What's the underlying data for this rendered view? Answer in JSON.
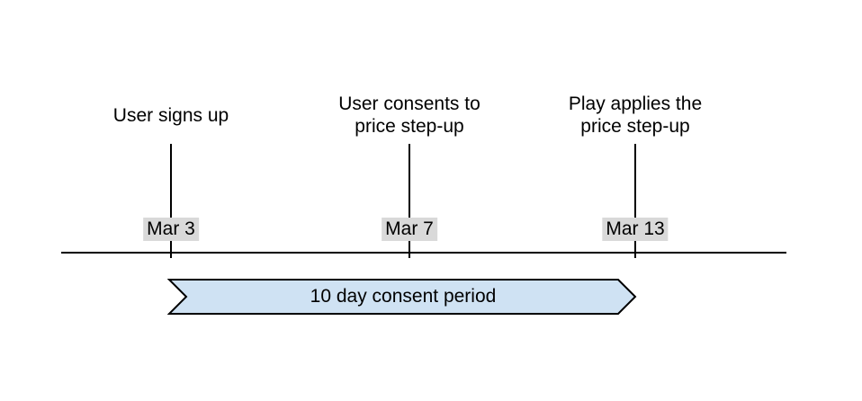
{
  "diagram": {
    "type": "timeline",
    "events": [
      {
        "label": "User signs up",
        "date": "Mar 3"
      },
      {
        "label": "User consents to\nprice step-up",
        "date": "Mar 7"
      },
      {
        "label": "Play applies the\nprice step-up",
        "date": "Mar 13"
      }
    ],
    "period": {
      "label": "10 day consent period"
    },
    "colors": {
      "band_fill": "#cfe2f3",
      "band_border": "#000000",
      "date_highlight": "#d9d9d9",
      "line": "#000000",
      "text": "#000000",
      "background": "#ffffff"
    }
  }
}
